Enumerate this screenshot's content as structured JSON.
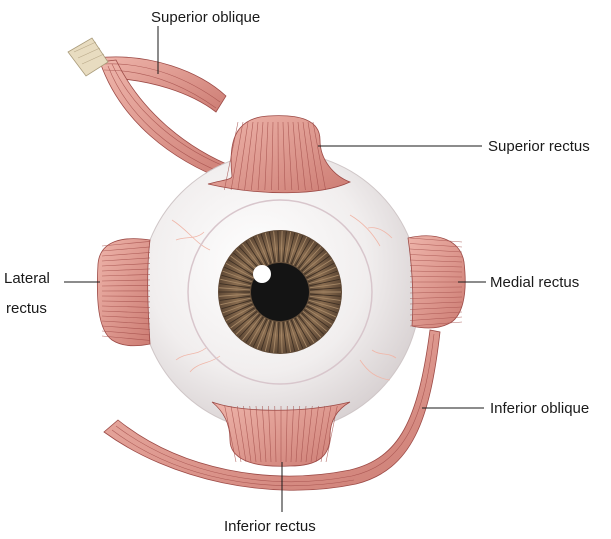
{
  "labels": {
    "superior_oblique": "Superior oblique",
    "superior_rectus": "Superior rectus",
    "lateral_rectus_line1": "Lateral",
    "lateral_rectus_line2": "rectus",
    "medial_rectus": "Medial rectus",
    "inferior_oblique": "Inferior oblique",
    "inferior_rectus": "Inferior rectus"
  },
  "colors": {
    "muscle_light": "#e9aaa0",
    "muscle_dark": "#c8766e",
    "muscle_stroke": "#9c4a46",
    "sclera": "#f1eeee",
    "iris": "#7a5e45",
    "pupil": "#141414",
    "tendon": "#e8dcc0"
  }
}
